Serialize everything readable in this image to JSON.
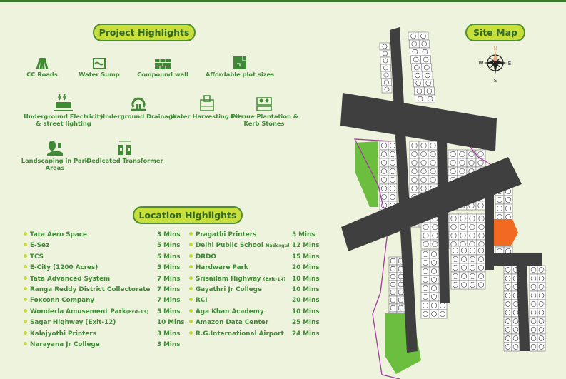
{
  "project_highlights": {
    "title": "Project Highlights",
    "items": [
      {
        "label": "CC Roads",
        "icon": "road-icon"
      },
      {
        "label": "Water Sump",
        "icon": "water-sump-icon"
      },
      {
        "label": "Compound wall",
        "icon": "brick-wall-icon"
      },
      {
        "label": "Affordable plot sizes",
        "icon": "plot-icon"
      },
      {
        "label": "Underground Electricity & street lighting",
        "icon": "electricity-icon"
      },
      {
        "label": "Underground Drainage",
        "icon": "drainage-icon"
      },
      {
        "label": "Water Harvesting Pits",
        "icon": "harvesting-pit-icon"
      },
      {
        "label": "Avenue Plantation & Kerb Stones",
        "icon": "plantation-icon"
      },
      {
        "label": "Landscaping in Park Areas",
        "icon": "landscaping-icon"
      },
      {
        "label": "Dedicated Transformer",
        "icon": "transformer-icon"
      }
    ]
  },
  "location_highlights": {
    "title": "Location Highlights",
    "left": [
      {
        "name": "Tata Aero Space",
        "note": "",
        "time": "3 Mins"
      },
      {
        "name": "E-Sez",
        "note": "",
        "time": "5 Mins"
      },
      {
        "name": "TCS",
        "note": "",
        "time": "5 Mins"
      },
      {
        "name": "E-City (1200 Acres)",
        "note": "",
        "time": "5 Mins"
      },
      {
        "name": "Tata Advanced System",
        "note": "",
        "time": "7 Mins"
      },
      {
        "name": "Ranga Reddy District Collectorate",
        "note": "",
        "time": "7 Mins"
      },
      {
        "name": "Foxconn Company",
        "note": "",
        "time": "7 Mins"
      },
      {
        "name": "Wonderla Amusement Park",
        "note": "(Exit-13)",
        "time": "5 Mins"
      },
      {
        "name": "Sagar Highway (Exit-12)",
        "note": "",
        "time": "10 Mins"
      },
      {
        "name": "Kalajyothi Printers",
        "note": "",
        "time": "3 Mins"
      },
      {
        "name": "Narayana Jr College",
        "note": "",
        "time": "3 Mins"
      }
    ],
    "right": [
      {
        "name": "Pragathi Printers",
        "note": "",
        "time": "5 Mins"
      },
      {
        "name": "Delhi Public School",
        "note": "Nadergul",
        "time": "12 Mins"
      },
      {
        "name": "DRDO",
        "note": "",
        "time": "15 Mins"
      },
      {
        "name": "Hardware Park",
        "note": "",
        "time": "20 Mins"
      },
      {
        "name": "Srisailam Highway",
        "note": "(Exit-14)",
        "time": "10 Mins"
      },
      {
        "name": "Gayathri Jr College",
        "note": "",
        "time": "10 Mins"
      },
      {
        "name": "RCI",
        "note": "",
        "time": "20 Mins"
      },
      {
        "name": "Aga Khan Academy",
        "note": "",
        "time": "10 Mins"
      },
      {
        "name": "Amazon Data Center",
        "note": "",
        "time": "25 Mins"
      },
      {
        "name": "R.G.International Airport",
        "note": "",
        "time": "24 Mins"
      }
    ]
  },
  "site_map": {
    "title": "Site Map",
    "compass": {
      "n": "N",
      "e": "E",
      "s": "S",
      "w": "W"
    },
    "colors": {
      "road": "#3f3f3f",
      "park": "#6cbf3e",
      "amenity": "#f26a21",
      "boundary": "#a23aa0"
    }
  },
  "colors": {
    "accent": "#c8de3a",
    "text": "#3e8a35",
    "background": "#eef3dd"
  }
}
